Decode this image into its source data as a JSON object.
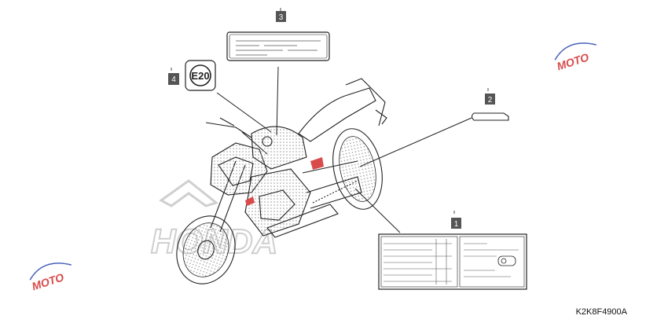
{
  "callouts": [
    "1",
    "2",
    "3",
    "4"
  ],
  "fuel_label": "E20",
  "part_code": "K2K8F4900A",
  "watermark": {
    "text": "MOTO",
    "brand": "HONDA"
  },
  "colors": {
    "ink": "#222222",
    "callout_bg": "#555555",
    "watermark_red": "#d94b4b",
    "watermark_blue": "#4a63b8",
    "honda_gray": "#cfcfcf"
  },
  "icons": [
    "motorcycle-outline",
    "fuel-label",
    "tire-label",
    "rear-label",
    "emission-label"
  ]
}
